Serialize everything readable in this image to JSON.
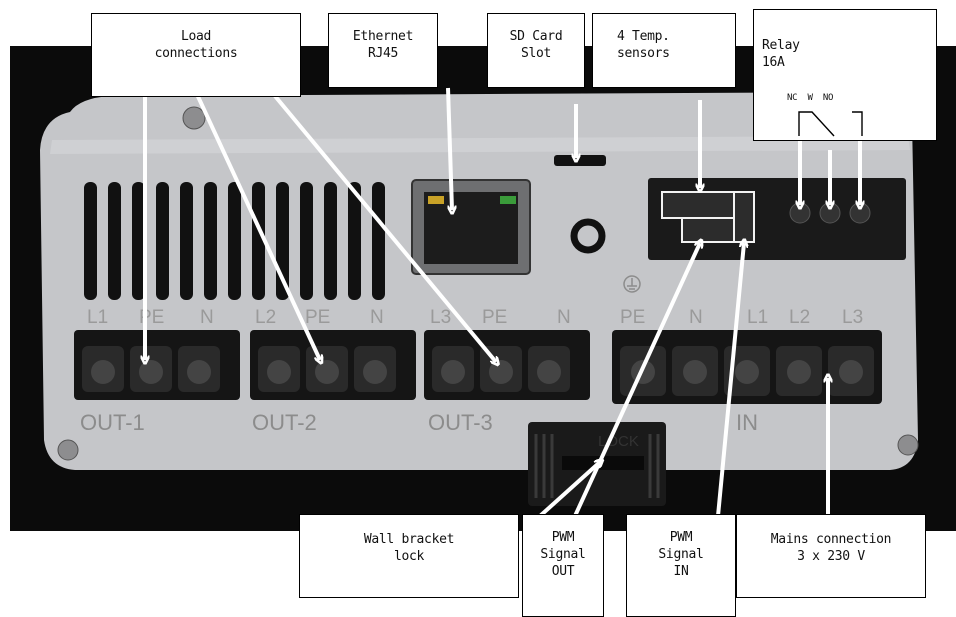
{
  "device": {
    "out_groups": [
      {
        "name": "OUT-1",
        "pins": [
          "L1",
          "PE",
          "N"
        ]
      },
      {
        "name": "OUT-2",
        "pins": [
          "L2",
          "PE",
          "N"
        ]
      },
      {
        "name": "OUT-3",
        "pins": [
          "L3",
          "PE",
          "N"
        ]
      }
    ],
    "in_group": {
      "name": "IN",
      "pins": [
        "PE",
        "N",
        "L1",
        "L2",
        "L3"
      ]
    },
    "lock_text": "LOCK"
  },
  "callouts": {
    "load": "Load\nconnections",
    "ethernet": "Ethernet\nRJ45",
    "sd": "SD Card\nSlot",
    "temp": "4 Temp.\nsensors",
    "relay_title": "Relay\n16A",
    "relay_pins": "NC  W  NO",
    "wall": "Wall bracket\nlock",
    "pwm_out": "PWM\nSignal\nOUT",
    "pwm_in": "PWM\nSignal\nIN",
    "mains": "Mains connection\n3 x 230 V"
  }
}
